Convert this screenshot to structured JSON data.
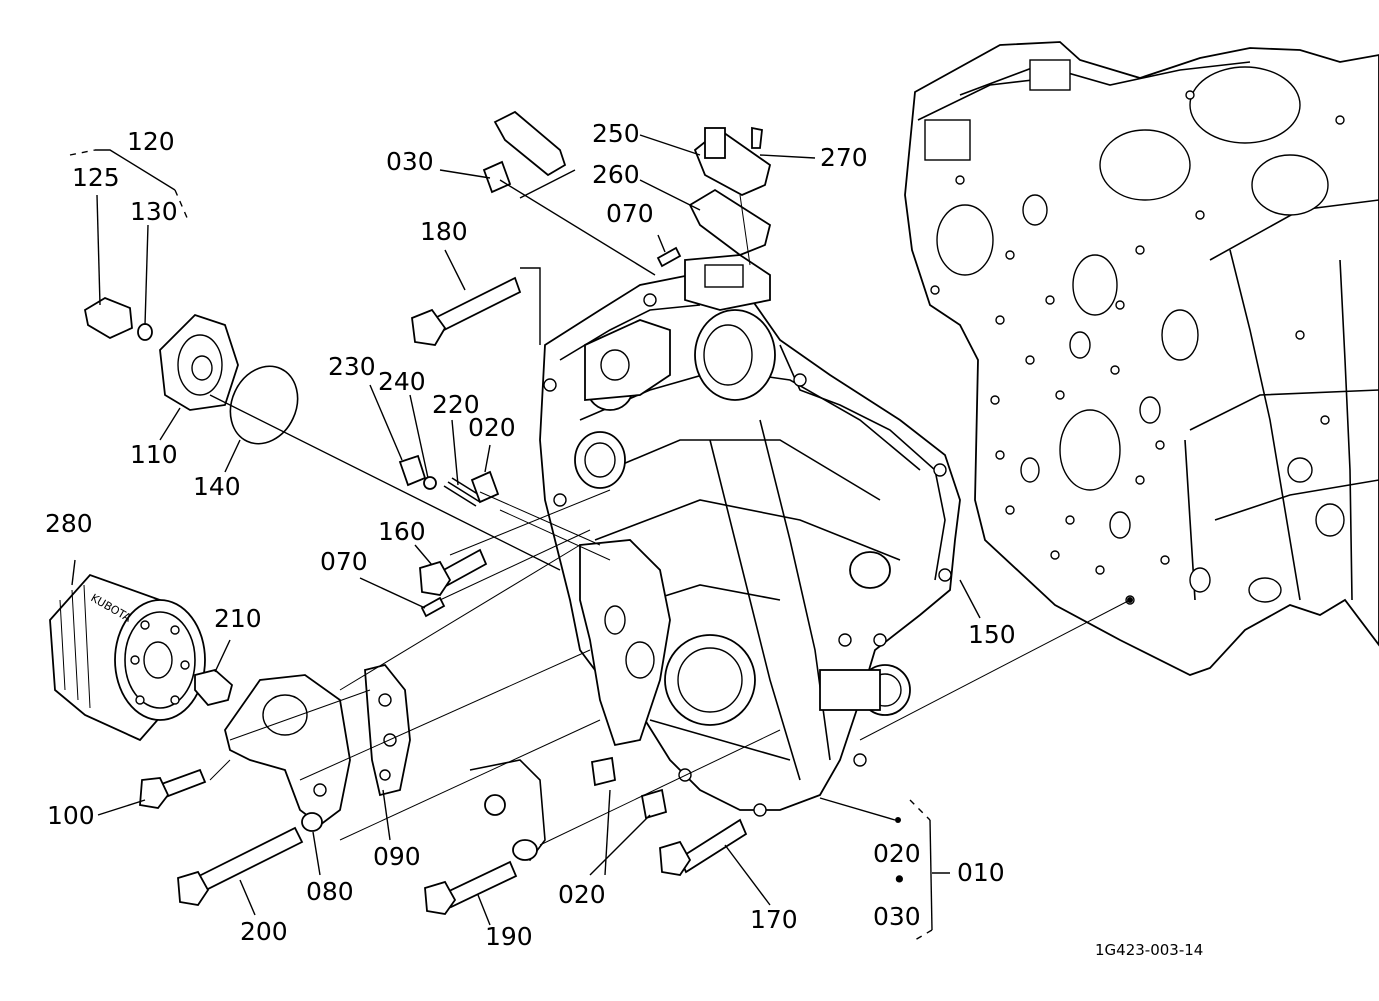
{
  "labels": {
    "l120": "120",
    "l125": "125",
    "l130": "130",
    "l110": "110",
    "l140": "140",
    "l280": "280",
    "l210": "210",
    "l100": "100",
    "l200": "200",
    "l080": "080",
    "l090": "090",
    "l030a": "030",
    "l250": "250",
    "l260": "260",
    "l270": "270",
    "l070a": "070",
    "l180": "180",
    "l230": "230",
    "l240": "240",
    "l220": "220",
    "l020a": "020",
    "l160": "160",
    "l070b": "070",
    "l150": "150",
    "l190": "190",
    "l020b": "020",
    "l170": "170",
    "l020c": "020",
    "l030b": "030",
    "l010": "010"
  },
  "assembly_dot": "•",
  "drawing_code": "1G423-003-14",
  "filter_brand": "KUBOTA"
}
